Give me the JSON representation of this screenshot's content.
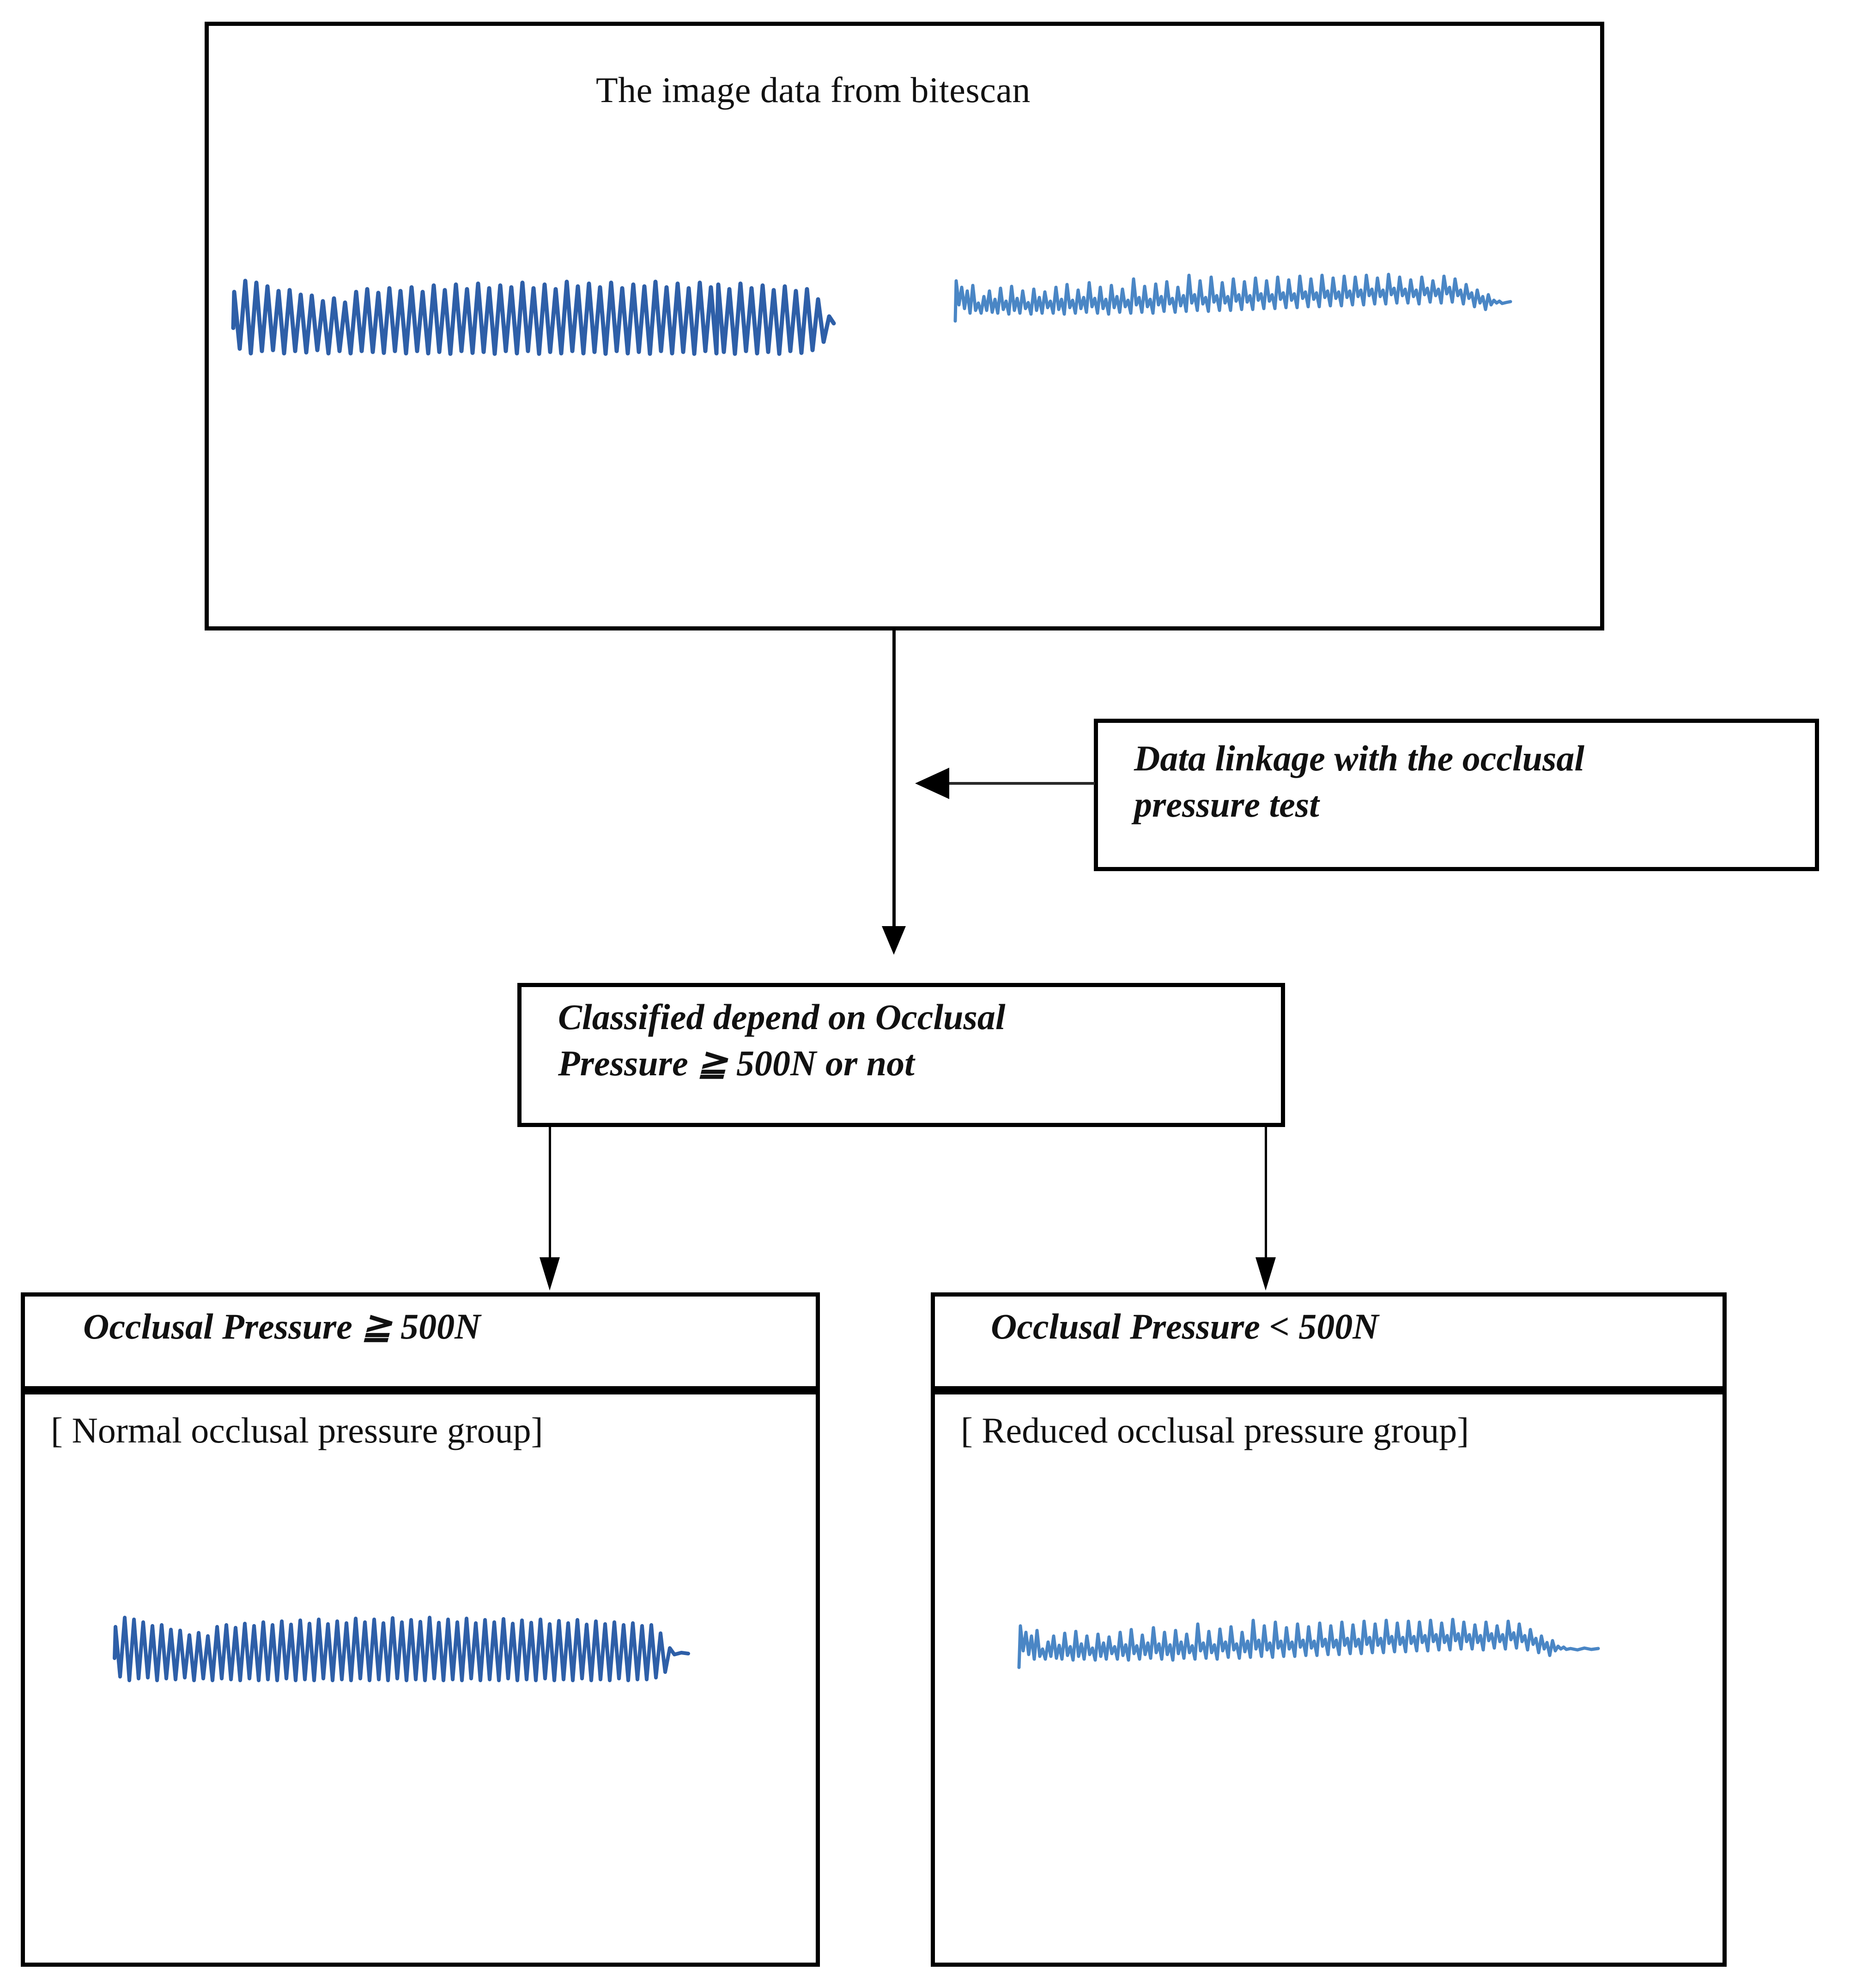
{
  "diagram": {
    "nodes": {
      "source": {
        "title": "The image data from bitescan",
        "wave_left_name": "high-amplitude-bite-waveform",
        "wave_right_name": "low-amplitude-bite-waveform"
      },
      "linkage": {
        "line1": "Data linkage with the occlusal",
        "line2": "pressure test"
      },
      "decision": {
        "line1": "Classified depend on Occlusal",
        "line2": "Pressure  ≧  500N or not"
      },
      "normal_group": {
        "header": "Occlusal Pressure  ≧  500N",
        "body": "[ Normal occlusal pressure group]"
      },
      "reduced_group": {
        "header": "Occlusal Pressure < 500N",
        "body": "[ Reduced occlusal pressure group]"
      }
    },
    "colors": {
      "stroke": "#000000",
      "background": "#ffffff",
      "wave_strong": "#2E5FA8",
      "wave_weak": "#4A86C5",
      "text": "#111111"
    },
    "edges": [
      {
        "name": "source-to-decision",
        "from": "source",
        "to": "decision",
        "direction": "down"
      },
      {
        "name": "linkage-to-flow",
        "from": "linkage",
        "to": "source-to-decision",
        "direction": "left"
      },
      {
        "name": "decision-to-normal",
        "from": "decision",
        "to": "normal_group",
        "direction": "down"
      },
      {
        "name": "decision-to-reduced",
        "from": "decision",
        "to": "reduced_group",
        "direction": "down"
      }
    ]
  }
}
